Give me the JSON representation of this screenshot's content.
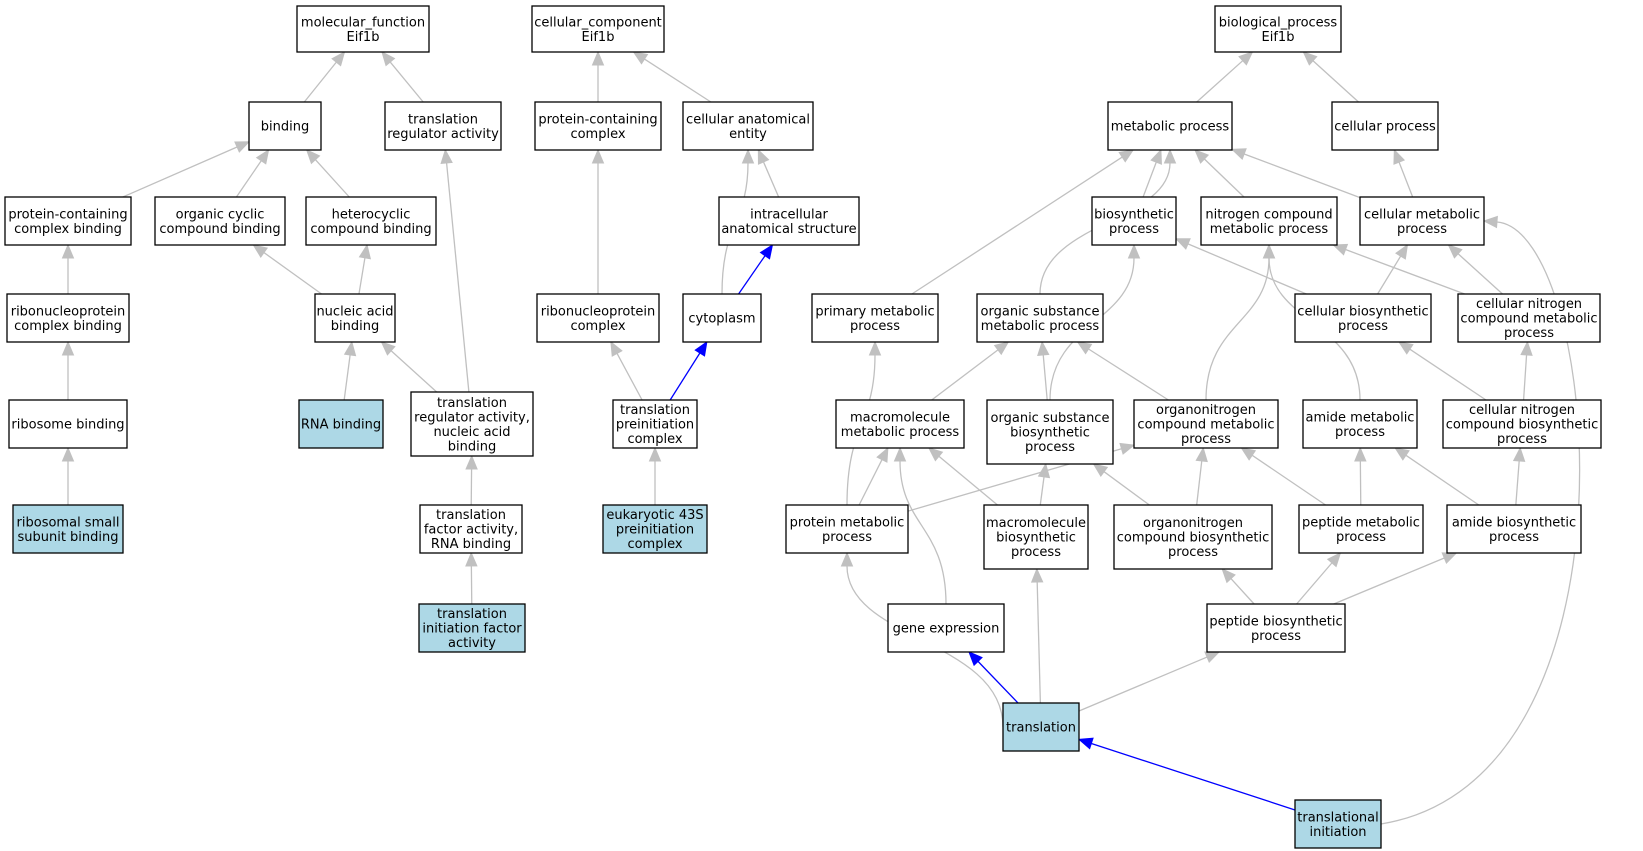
{
  "colors": {
    "node_default": "#ffffff",
    "node_highlight": "#add8e6",
    "edge_default": "#c0c0c0",
    "edge_highlight": "#0000ff"
  },
  "nodes": {
    "mf_root": [
      "molecular_function",
      "Eif1b"
    ],
    "binding": [
      "binding"
    ],
    "trans_reg": [
      "translation",
      "regulator activity"
    ],
    "prot_cplx_bind": [
      "protein-containing",
      "complex binding"
    ],
    "org_cyc": [
      "organic cyclic",
      "compound binding"
    ],
    "hetero": [
      "heterocyclic",
      "compound binding"
    ],
    "rnp_bind": [
      "ribonucleoprotein",
      "complex binding"
    ],
    "na_bind": [
      "nucleic acid",
      "binding"
    ],
    "ribo_bind": [
      "ribosome binding"
    ],
    "rna_bind": [
      "RNA binding"
    ],
    "treg_na": [
      "translation",
      "regulator activity,",
      "nucleic acid",
      "binding"
    ],
    "rss_bind": [
      "ribosomal small",
      "subunit binding"
    ],
    "tf_rna": [
      "translation",
      "factor activity,",
      "RNA binding"
    ],
    "tif": [
      "translation",
      "initiation factor",
      "activity"
    ],
    "cc_root": [
      "cellular_component",
      "Eif1b"
    ],
    "prot_cplx": [
      "protein-containing",
      "complex"
    ],
    "cell_anat": [
      "cellular anatomical",
      "entity"
    ],
    "intracell": [
      "intracellular",
      "anatomical structure"
    ],
    "rnp_cplx": [
      "ribonucleoprotein",
      "complex"
    ],
    "cytoplasm": [
      "cytoplasm"
    ],
    "tpc": [
      "translation",
      "preinitiation",
      "complex"
    ],
    "e43s": [
      "eukaryotic 43S",
      "preinitiation",
      "complex"
    ],
    "bp_root": [
      "biological_process",
      "Eif1b"
    ],
    "metab": [
      "metabolic process"
    ],
    "cellproc": [
      "cellular process"
    ],
    "biosyn": [
      "biosynthetic",
      "process"
    ],
    "ncm": [
      "nitrogen compound",
      "metabolic process"
    ],
    "cmp": [
      "cellular metabolic",
      "process"
    ],
    "pmp": [
      "primary metabolic",
      "process"
    ],
    "osmp": [
      "organic substance",
      "metabolic process"
    ],
    "cbp": [
      "cellular biosynthetic",
      "process"
    ],
    "cncmp": [
      "cellular nitrogen",
      "compound metabolic",
      "process"
    ],
    "mmp": [
      "macromolecule",
      "metabolic process"
    ],
    "osbp": [
      "organic substance",
      "biosynthetic",
      "process"
    ],
    "ocmp": [
      "organonitrogen",
      "compound metabolic",
      "process"
    ],
    "amp": [
      "amide metabolic",
      "process"
    ],
    "cncbp": [
      "cellular nitrogen",
      "compound biosynthetic",
      "process"
    ],
    "protmp": [
      "protein metabolic",
      "process"
    ],
    "mbp": [
      "macromolecule",
      "biosynthetic",
      "process"
    ],
    "ocbp": [
      "organonitrogen",
      "compound biosynthetic",
      "process"
    ],
    "pepmp": [
      "peptide metabolic",
      "process"
    ],
    "abp": [
      "amide biosynthetic",
      "process"
    ],
    "gexp": [
      "gene expression"
    ],
    "pbp": [
      "peptide biosynthetic",
      "process"
    ],
    "translation": [
      "translation"
    ],
    "trans_init": [
      "translational",
      "initiation"
    ]
  },
  "highlighted": [
    "rss_bind",
    "rna_bind",
    "tif",
    "e43s",
    "translation",
    "trans_init"
  ],
  "edges": [
    [
      "binding",
      "mf_root"
    ],
    [
      "trans_reg",
      "mf_root"
    ],
    [
      "prot_cplx_bind",
      "binding"
    ],
    [
      "org_cyc",
      "binding"
    ],
    [
      "hetero",
      "binding"
    ],
    [
      "rnp_bind",
      "prot_cplx_bind"
    ],
    [
      "na_bind",
      "org_cyc"
    ],
    [
      "na_bind",
      "hetero"
    ],
    [
      "ribo_bind",
      "rnp_bind"
    ],
    [
      "rna_bind",
      "na_bind"
    ],
    [
      "treg_na",
      "na_bind"
    ],
    [
      "treg_na",
      "trans_reg"
    ],
    [
      "rss_bind",
      "ribo_bind"
    ],
    [
      "tf_rna",
      "treg_na"
    ],
    [
      "tif",
      "tf_rna"
    ],
    [
      "prot_cplx",
      "cc_root"
    ],
    [
      "cell_anat",
      "cc_root"
    ],
    [
      "intracell",
      "cell_anat"
    ],
    [
      "rnp_cplx",
      "prot_cplx"
    ],
    [
      "cytoplasm",
      "cell_anat"
    ],
    [
      "cytoplasm",
      "intracell",
      "blue"
    ],
    [
      "tpc",
      "rnp_cplx"
    ],
    [
      "tpc",
      "cytoplasm",
      "blue"
    ],
    [
      "e43s",
      "tpc"
    ],
    [
      "metab",
      "bp_root"
    ],
    [
      "cellproc",
      "bp_root"
    ],
    [
      "biosyn",
      "metab"
    ],
    [
      "ncm",
      "metab"
    ],
    [
      "cmp",
      "metab"
    ],
    [
      "cmp",
      "cellproc"
    ],
    [
      "pmp",
      "metab"
    ],
    [
      "osmp",
      "metab"
    ],
    [
      "cbp",
      "biosyn"
    ],
    [
      "cbp",
      "cmp"
    ],
    [
      "cncmp",
      "ncm"
    ],
    [
      "cncmp",
      "cmp"
    ],
    [
      "mmp",
      "osmp"
    ],
    [
      "osbp",
      "osmp"
    ],
    [
      "osbp",
      "biosyn"
    ],
    [
      "ocmp",
      "osmp"
    ],
    [
      "ocmp",
      "ncm"
    ],
    [
      "amp",
      "ncm"
    ],
    [
      "cncbp",
      "cbp"
    ],
    [
      "cncbp",
      "cncmp"
    ],
    [
      "protmp",
      "mmp"
    ],
    [
      "protmp",
      "ocmp"
    ],
    [
      "protmp",
      "pmp"
    ],
    [
      "mbp",
      "mmp"
    ],
    [
      "mbp",
      "osbp"
    ],
    [
      "ocbp",
      "osbp"
    ],
    [
      "ocbp",
      "ocmp"
    ],
    [
      "pepmp",
      "ocmp"
    ],
    [
      "pepmp",
      "amp"
    ],
    [
      "abp",
      "amp"
    ],
    [
      "abp",
      "cncbp"
    ],
    [
      "gexp",
      "mmp"
    ],
    [
      "pbp",
      "ocbp"
    ],
    [
      "pbp",
      "pepmp"
    ],
    [
      "pbp",
      "abp"
    ],
    [
      "translation",
      "gexp",
      "blue"
    ],
    [
      "translation",
      "mbp"
    ],
    [
      "translation",
      "pbp"
    ],
    [
      "translation",
      "protmp"
    ],
    [
      "trans_init",
      "translation",
      "blue"
    ],
    [
      "trans_init",
      "cmp"
    ]
  ]
}
